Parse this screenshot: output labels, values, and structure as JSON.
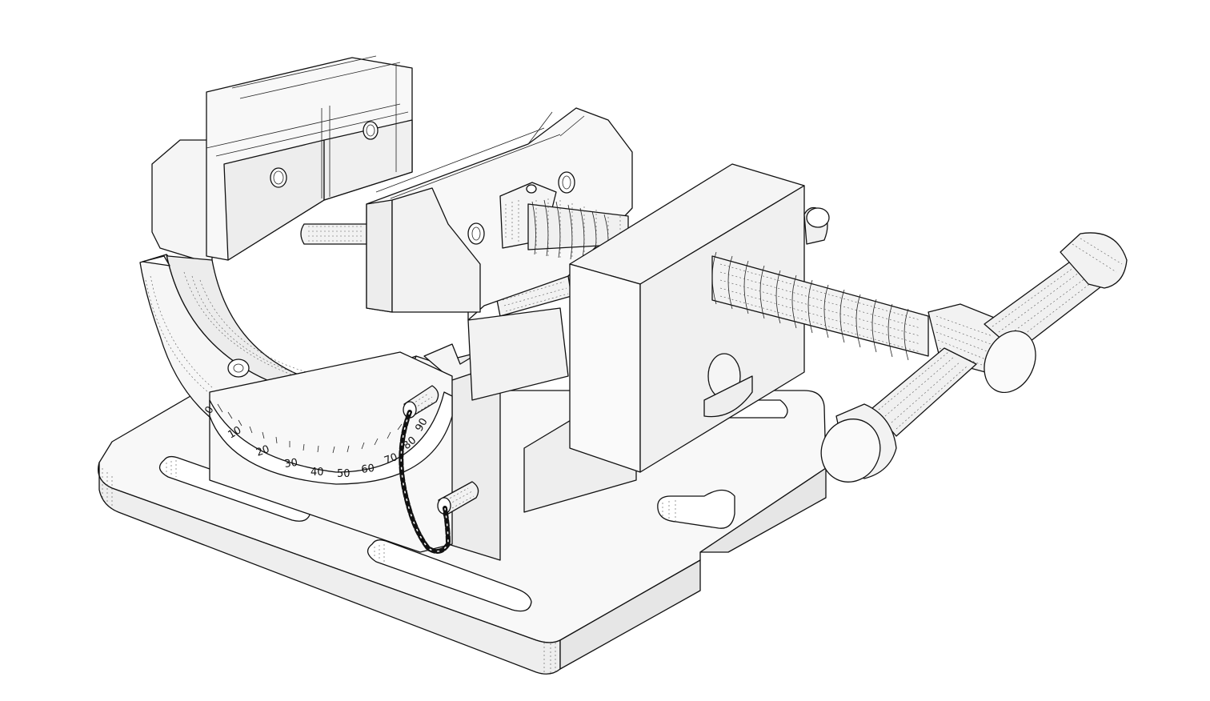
{
  "drawing": {
    "subject": "angle-drill-press-vise-icon",
    "style": {
      "background": "#ffffff",
      "face_light": "#f8f8f8",
      "face_mid": "#eeeeee",
      "face_dark": "#dddddd",
      "line": "#111111",
      "chain": "#111111"
    }
  },
  "protractor": {
    "labels": [
      "0",
      "10",
      "20",
      "30",
      "40",
      "50",
      "60",
      "70",
      "80",
      "90"
    ]
  }
}
